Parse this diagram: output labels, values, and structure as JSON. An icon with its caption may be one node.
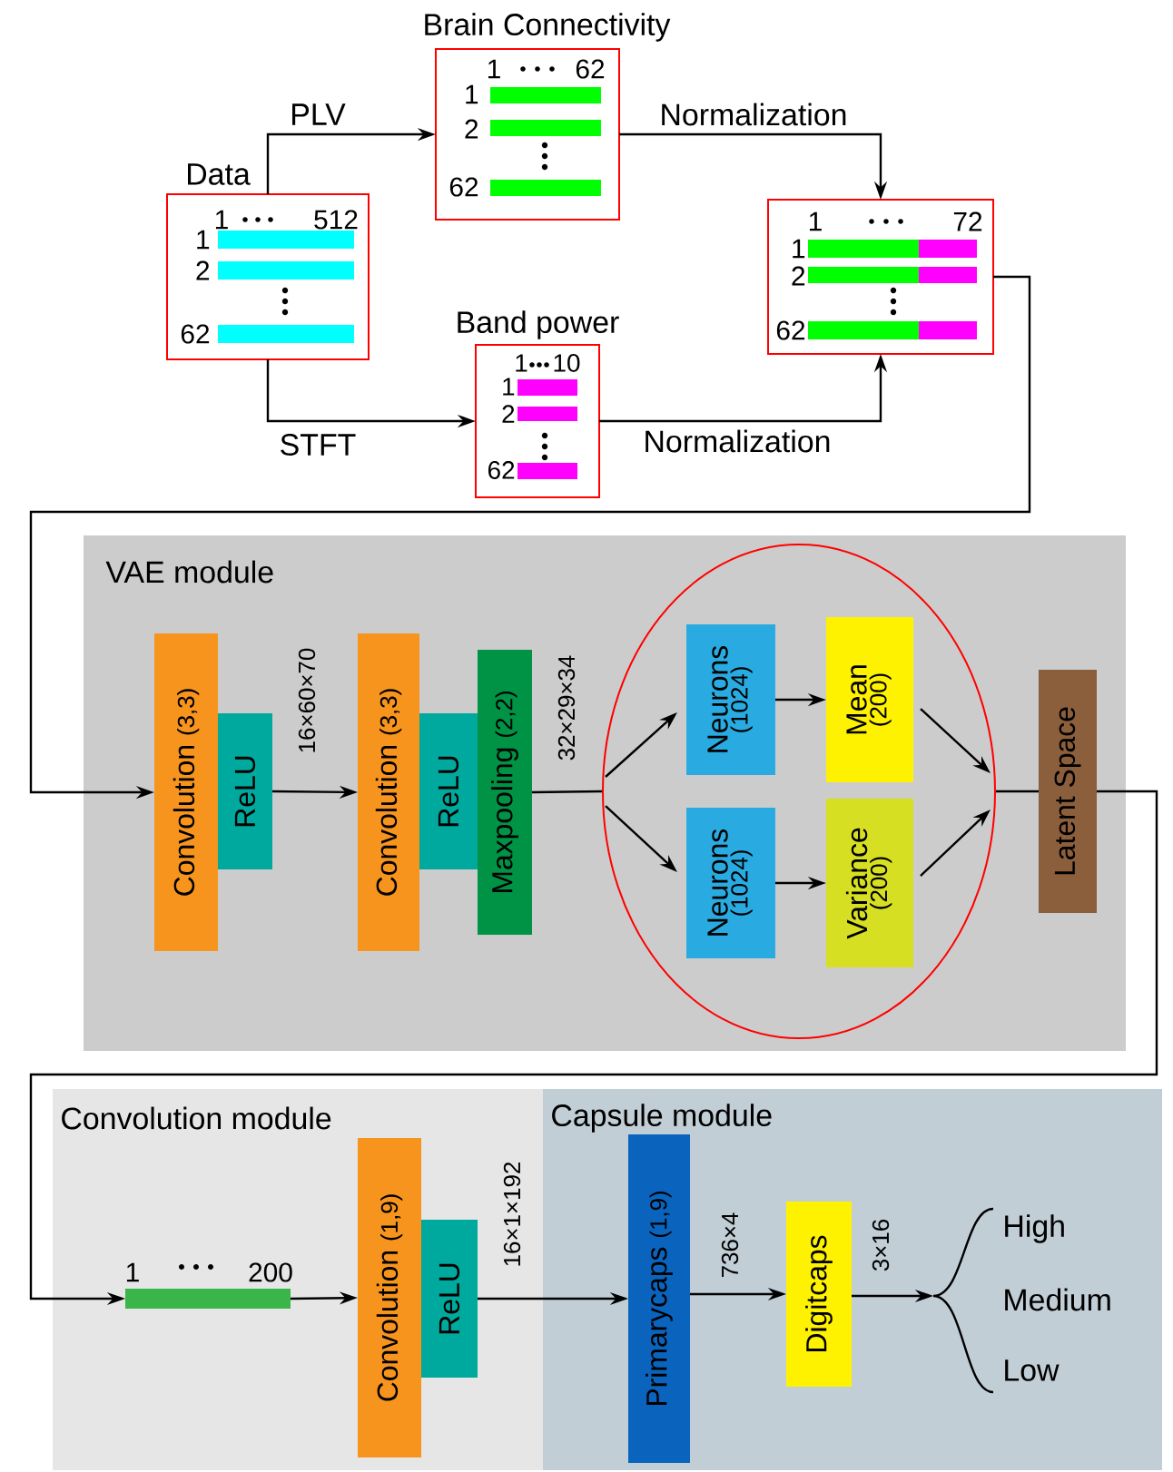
{
  "diagram": {
    "nodes": [
      {
        "text": [
          "Data",
          "1",
          "512",
          "1",
          "2",
          "62"
        ]
      },
      {
        "text": [
          "Brain Connectivity",
          "1",
          "62",
          "1",
          "2",
          "62"
        ]
      },
      {
        "text": [
          "Band power",
          "1",
          "10",
          "1",
          "2",
          "62"
        ]
      },
      {
        "text": [
          "1",
          "72",
          "1",
          "2",
          "62"
        ]
      },
      {
        "text": [
          "VAE module"
        ]
      },
      {
        "text": [
          "Convolution",
          "(3,3)"
        ],
        "in": 4
      },
      {
        "text": [
          "ReLU"
        ],
        "in": 4
      },
      {
        "text": [
          "Convolution",
          "(3,3)"
        ],
        "in": 4
      },
      {
        "text": [
          "ReLU"
        ],
        "in": 4
      },
      {
        "text": [
          "Maxpooling",
          "(2,2)"
        ],
        "in": 4
      },
      {
        "text": [],
        "shape": "ellipse",
        "in": 4
      },
      {
        "text": [
          "Neurons",
          "(1024)"
        ],
        "in": 10
      },
      {
        "text": [
          "Mean",
          "(200)"
        ],
        "in": 10
      },
      {
        "text": [
          "Neurons",
          "(1024)"
        ],
        "in": 10
      },
      {
        "text": [
          "Variance",
          "(200)"
        ],
        "in": 10
      },
      {
        "text": [
          "Latent Space"
        ],
        "in": 4
      },
      {
        "text": [
          "Convolution module"
        ]
      },
      {
        "text": [
          "1",
          "200"
        ],
        "in": 16
      },
      {
        "text": [
          "Convolution",
          "(1,9)"
        ],
        "in": 16
      },
      {
        "text": [
          "ReLU"
        ],
        "in": 16
      },
      {
        "text": [
          "Capsule module"
        ]
      },
      {
        "text": [
          "Primarycaps",
          "(1,9)"
        ],
        "in": 20
      },
      {
        "text": [
          "Digitcaps"
        ],
        "in": 20
      },
      {
        "text": [
          "High",
          "Medium",
          "Low"
        ],
        "in": 20
      }
    ],
    "edges": [
      {
        "from": 0,
        "to": 1,
        "arrow": "to",
        "label": "PLV"
      },
      {
        "from": 0,
        "to": 2,
        "arrow": "to",
        "label": "STFT"
      },
      {
        "from": 1,
        "to": 3,
        "arrow": "to",
        "label": "Normalization"
      },
      {
        "from": 2,
        "to": 3,
        "arrow": "to",
        "label": "Normalization"
      },
      {
        "from": 3,
        "to": 5,
        "arrow": "to"
      },
      {
        "from": 6,
        "to": 7,
        "arrow": "to",
        "label": "16×60×70"
      },
      {
        "from": 9,
        "to": 10,
        "arrow": "none",
        "label": "32×29×34"
      },
      {
        "from": 10,
        "to": 11,
        "arrow": "to"
      },
      {
        "from": 10,
        "to": 13,
        "arrow": "to"
      },
      {
        "from": 11,
        "to": 12,
        "arrow": "to"
      },
      {
        "from": 13,
        "to": 14,
        "arrow": "to"
      },
      {
        "from": 12,
        "to": 10,
        "arrow": "to"
      },
      {
        "from": 14,
        "to": 10,
        "arrow": "to"
      },
      {
        "from": 10,
        "to": 15,
        "arrow": "none"
      },
      {
        "from": 15,
        "to": 17,
        "arrow": "to"
      },
      {
        "from": 17,
        "to": 18,
        "arrow": "to"
      },
      {
        "from": 19,
        "to": 21,
        "arrow": "to",
        "label": "16×1×192"
      },
      {
        "from": 21,
        "to": 22,
        "arrow": "to",
        "label": "736×4"
      },
      {
        "from": 22,
        "to": 23,
        "arrow": "to",
        "label": "3×16"
      }
    ]
  }
}
